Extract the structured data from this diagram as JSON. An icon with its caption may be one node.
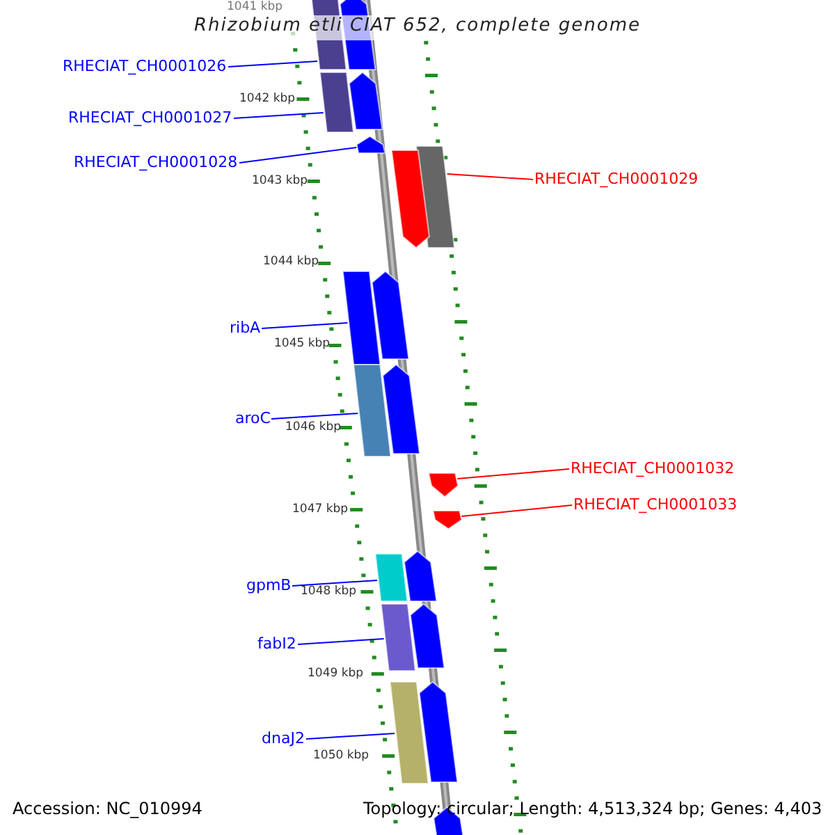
{
  "diagram": {
    "title": "Rhizobium etli CIAT 652, complete genome",
    "nodes": [
      {
        "text": [
          "RHECIAT_CH0001026"
        ]
      },
      {
        "text": [],
        "shape": "bar"
      },
      {
        "text": [
          "RHECIAT_CH0001027"
        ]
      },
      {
        "text": [],
        "shape": "bar"
      },
      {
        "text": [
          "RHECIAT_CH0001028"
        ]
      },
      {
        "text": [],
        "shape": "arrow"
      },
      {
        "text": [
          "RHECIAT_CH0001029"
        ]
      },
      {
        "text": [],
        "shape": "bar"
      },
      {
        "text": [
          "ribA"
        ]
      },
      {
        "text": [],
        "shape": "bar"
      },
      {
        "text": [
          "aroC"
        ]
      },
      {
        "text": [],
        "shape": "bar"
      },
      {
        "text": [
          "RHECIAT_CH0001032"
        ]
      },
      {
        "text": [],
        "shape": "arrow"
      },
      {
        "text": [
          "RHECIAT_CH0001033"
        ]
      },
      {
        "text": [],
        "shape": "arrow"
      },
      {
        "text": [
          "gpmB"
        ]
      },
      {
        "text": [],
        "shape": "bar"
      },
      {
        "text": [
          "fabI2"
        ]
      },
      {
        "text": [],
        "shape": "bar"
      },
      {
        "text": [
          "dnaJ2"
        ]
      },
      {
        "text": [],
        "shape": "bar"
      },
      {
        "text": [],
        "shape": "arrow"
      },
      {
        "text": [],
        "shape": "arrow"
      },
      {
        "text": [],
        "shape": "arrow"
      },
      {
        "text": [],
        "shape": "arrow"
      },
      {
        "text": [],
        "shape": "arrow"
      },
      {
        "text": [],
        "shape": "arrow"
      },
      {
        "text": [],
        "shape": "arrow"
      },
      {
        "text": [],
        "shape": "arrow"
      },
      {
        "text": [],
        "shape": "arrow"
      }
    ],
    "edges": [
      {
        "from": 0,
        "to": 1,
        "arrow": "none"
      },
      {
        "from": 2,
        "to": 3,
        "arrow": "none"
      },
      {
        "from": 4,
        "to": 5,
        "arrow": "none"
      },
      {
        "from": 6,
        "to": 7,
        "arrow": "none",
        "color": "#ff0000"
      },
      {
        "from": 8,
        "to": 9,
        "arrow": "none"
      },
      {
        "from": 10,
        "to": 11,
        "arrow": "none"
      },
      {
        "from": 12,
        "to": 13,
        "arrow": "none",
        "color": "#ff0000"
      },
      {
        "from": 14,
        "to": 15,
        "arrow": "none",
        "color": "#ff0000"
      },
      {
        "from": 16,
        "to": 17,
        "arrow": "none"
      },
      {
        "from": 18,
        "to": 19,
        "arrow": "none"
      },
      {
        "from": 20,
        "to": 21,
        "arrow": "none"
      }
    ],
    "labels": [
      "1041 kbp",
      "1042 kbp",
      "1043 kbp",
      "1044 kbp",
      "1045 kbp",
      "1046 kbp",
      "1047 kbp",
      "1048 kbp",
      "1049 kbp",
      "1050 kbp",
      "Accession: NC_010994",
      "Topology: circular; Length: 4,513,324 bp; Genes: 4,403"
    ]
  }
}
